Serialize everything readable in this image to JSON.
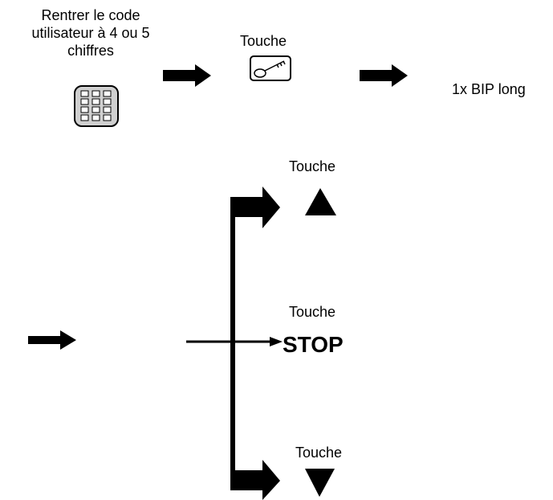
{
  "step1": {
    "instruction_lines": [
      "Rentrer le code",
      "utilisateur à 4 ou 5",
      "chiffres"
    ],
    "icon": "keypad-icon"
  },
  "step2": {
    "label": "Touche",
    "icon": "key-icon"
  },
  "step3": {
    "result": "1x BIP long"
  },
  "branches": {
    "up": {
      "label": "Touche",
      "icon": "triangle-up-icon"
    },
    "stop": {
      "label": "Touche",
      "symbol": "STOP"
    },
    "down": {
      "label": "Touche",
      "icon": "triangle-down-icon"
    }
  }
}
